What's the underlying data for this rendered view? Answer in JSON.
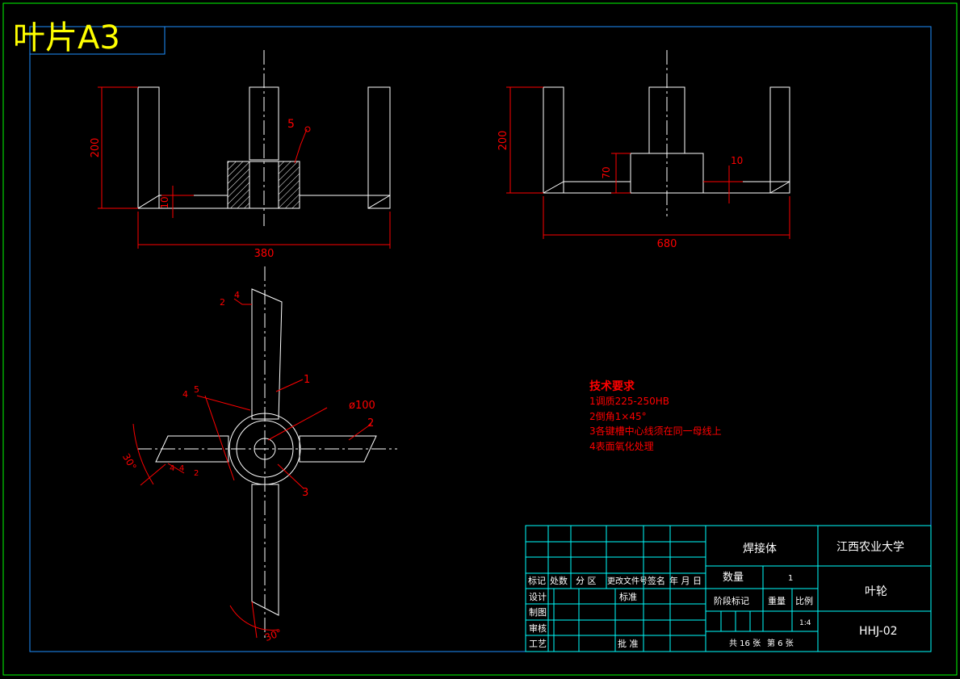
{
  "sheet": {
    "title": "叶片A3"
  },
  "views": {
    "front": {
      "dim_height": "200",
      "dim_thickness": "10",
      "dim_width": "380",
      "weld_symbol": "5"
    },
    "side": {
      "dim_height": "200",
      "dim_hub": "70",
      "dim_thickness": "10",
      "dim_width": "680"
    },
    "plan": {
      "weld_top": "2",
      "weld_top_size": "4",
      "part_1": "1",
      "part_2": "2",
      "part_3": "3",
      "weld_left": "4",
      "weld_left_size": "5",
      "hub_diameter": "ø100",
      "angle_left": "30°",
      "weld_bottom_a": "4",
      "weld_bottom_b": "4",
      "weld_bottom_c": "2",
      "angle_bottom": "30°"
    }
  },
  "tech_requirements": {
    "heading": "技术要求",
    "items": [
      "1调质225-250HB",
      "2倒角1×45°",
      "3各键槽中心线须在同一母线上",
      "4表面氧化处理"
    ]
  },
  "title_block": {
    "headers": [
      "标记",
      "处数",
      "分 区",
      "更改文件号",
      "签名",
      "年 月 日"
    ],
    "row_labels": [
      "设计",
      "制图",
      "审核",
      "工艺"
    ],
    "standard_label": "标准",
    "approve_label": "批 准",
    "material": "焊接体",
    "school": "江西农业大学",
    "quantity_label": "数量",
    "quantity_value": "1",
    "part_name": "叶轮",
    "stage_label": "阶段标记",
    "weight_label": "重量",
    "scale_label": "比例",
    "scale_value": "1:4",
    "drawing_no": "HHJ-02",
    "sheets_total": "共 16 张",
    "sheet_no": "第 6 张"
  },
  "colors": {
    "line": "#ffffff",
    "dimension": "#ff0000",
    "frame": "#00ff00",
    "border": "#1e90ff",
    "title": "#ffff00",
    "titleblock": "#00ffff"
  }
}
